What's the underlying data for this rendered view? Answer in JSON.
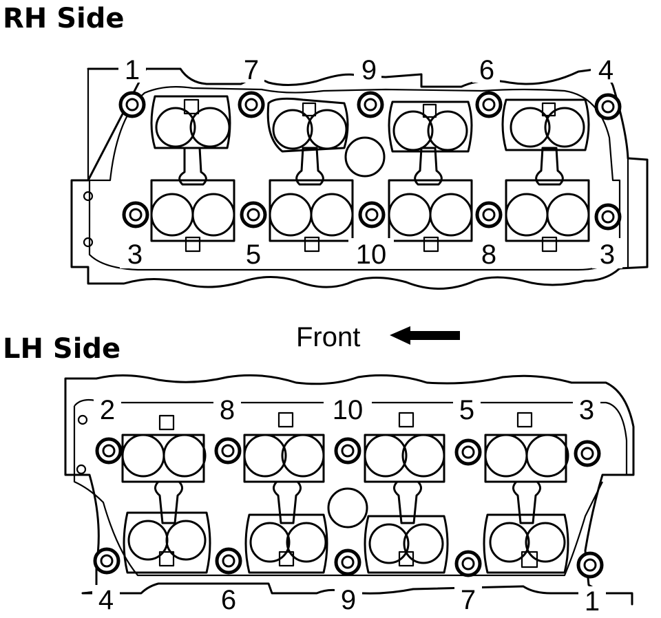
{
  "rh_side": {
    "title": "RH Side",
    "top_numbers": [
      "1",
      "7",
      "9",
      "6",
      "4"
    ],
    "bottom_numbers": [
      "3",
      "5",
      "10",
      "8",
      "3"
    ]
  },
  "lh_side": {
    "title": "LH Side",
    "top_numbers": [
      "2",
      "8",
      "10",
      "5",
      "3"
    ],
    "bottom_numbers": [
      "4",
      "6",
      "9",
      "7",
      "1"
    ]
  },
  "front": {
    "label": "Front",
    "arrow_icon": "left-arrow-icon"
  },
  "colors": {
    "ink": "#000000",
    "paper": "#ffffff"
  }
}
